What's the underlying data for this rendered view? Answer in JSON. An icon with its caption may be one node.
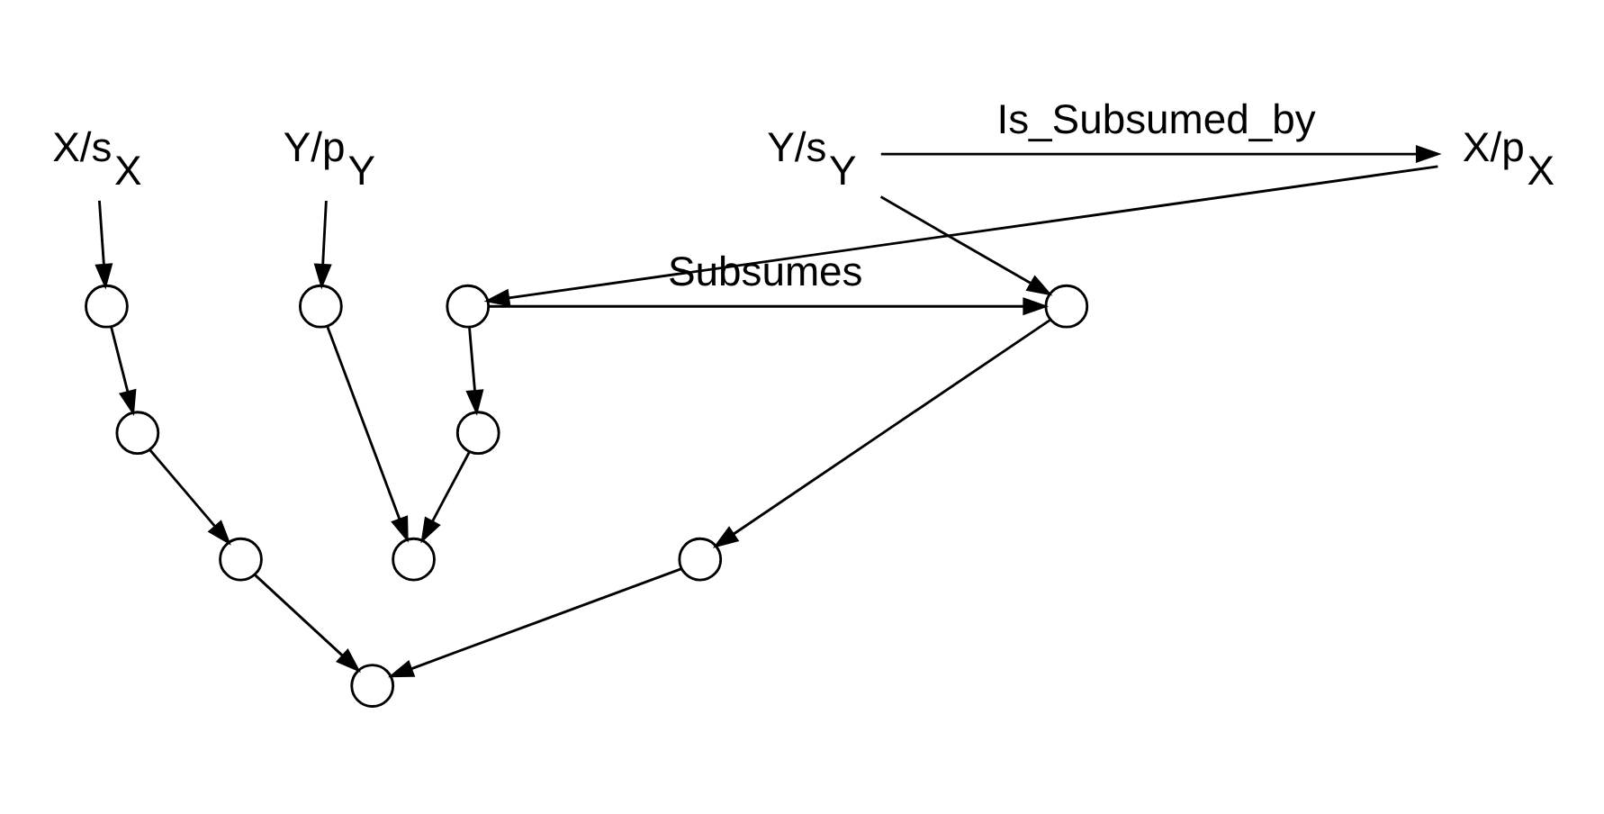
{
  "diagram": {
    "nodes": [
      {
        "text": [
          "X/s$_{X}$"
        ]
      },
      {
        "text": [
          "Y/s$_{Y}$"
        ]
      },
      {
        "text": [
          "X/p$_{X}$"
        ]
      },
      {
        "text": [
          "Y/p$_{Y}$"
        ]
      },
      {
        "text": [],
        "shape": "circle"
      },
      {
        "text": [],
        "shape": "circle"
      },
      {
        "text": [],
        "shape": "circle"
      },
      {
        "text": [],
        "shape": "circle"
      },
      {
        "text": [],
        "shape": "circle"
      },
      {
        "text": [],
        "shape": "circle"
      },
      {
        "text": [],
        "shape": "circle"
      },
      {
        "text": [],
        "shape": "circle"
      },
      {
        "text": [],
        "shape": "circle"
      },
      {
        "text": [],
        "shape": "circle"
      }
    ],
    "edges": [
      {
        "from": 0,
        "to": 4,
        "arrow": "to"
      },
      {
        "from": 4,
        "to": 6,
        "arrow": "to"
      },
      {
        "from": 6,
        "to": 7,
        "arrow": "to"
      },
      {
        "from": 7,
        "to": 9,
        "arrow": "to"
      },
      {
        "from": 1,
        "to": 5,
        "arrow": "to"
      },
      {
        "from": 5,
        "to": 8,
        "arrow": "to"
      },
      {
        "from": 8,
        "to": 9,
        "arrow": "to"
      },
      {
        "from": 1,
        "to": 2,
        "arrow": "to",
        "label": "Is_Subsumed_by"
      },
      {
        "from": 10,
        "to": 5,
        "arrow": "to",
        "label": "Subsumes"
      },
      {
        "from": 2,
        "to": 10,
        "arrow": "to"
      },
      {
        "from": 10,
        "to": 12,
        "arrow": "to"
      },
      {
        "from": 12,
        "to": 13,
        "arrow": "to"
      },
      {
        "from": 3,
        "to": 11,
        "arrow": "to"
      },
      {
        "from": 11,
        "to": 13,
        "arrow": "to"
      }
    ]
  }
}
